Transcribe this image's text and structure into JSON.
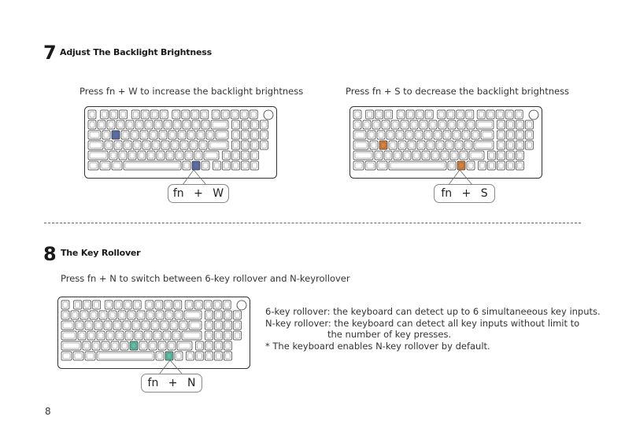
{
  "page_number": "8",
  "section7": {
    "number": "7",
    "title": "Adjust The Backlight Brightness",
    "left": {
      "instruction": "Press fn + W to increase the backlight brightness",
      "combo_key1": "fn",
      "combo_plus": "+",
      "combo_key2": "W",
      "highlight_color": "#5a6ea8"
    },
    "right": {
      "instruction": "Press fn + S to decrease the backlight brightness",
      "combo_key1": "fn",
      "combo_plus": "+",
      "combo_key2": "S",
      "highlight_color": "#d9823a"
    }
  },
  "section8": {
    "number": "8",
    "title": "The Key Rollover",
    "instruction": "Press fn + N to switch between 6-key rollover and N-keyrollover",
    "combo_key1": "fn",
    "combo_plus": "+",
    "combo_key2": "N",
    "highlight_color": "#5fc0a6",
    "desc_line1": "6-key rollover: the keyboard can detect up to 6 simultaneeous key inputs.",
    "desc_line2": "N-key rollover: the keyboard can detect all key inputs without limit to",
    "desc_line3": "the number of key presses.",
    "desc_line4": "* The keyboard enables N-key rollover by default."
  }
}
